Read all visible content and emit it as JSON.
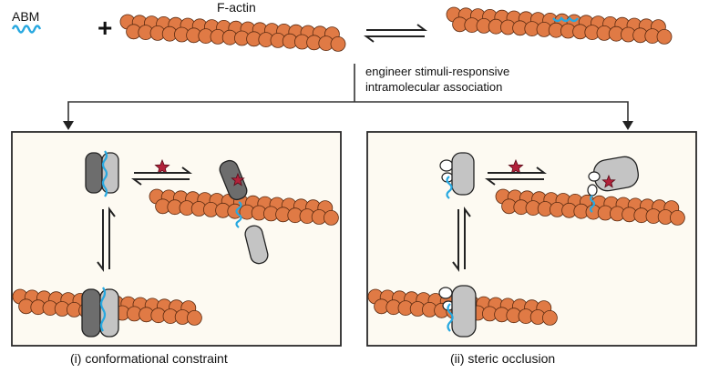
{
  "labels": {
    "abm": "ABM",
    "plus": "+",
    "factin": "F-actin",
    "engineer_line1": "engineer stimuli-responsive",
    "engineer_line2": "intramolecular association",
    "caption_left": "(i) conformational constraint",
    "caption_right": "(ii) steric occlusion"
  },
  "colors": {
    "actin_fill": "#E07A45",
    "actin_stroke": "#5a2a10",
    "abm_helix": "#27A8E0",
    "dark_domain": "#6d6d6d",
    "light_domain": "#c4c4c4",
    "star": "#B2223A",
    "panel_bg": "#FDFAF2",
    "panel_border": "#2a2a2a"
  },
  "icons": [
    "abm-helix-icon",
    "plus-icon",
    "equilibrium-arrow-icon",
    "stimulus-star-icon",
    "actin-filament-icon"
  ]
}
